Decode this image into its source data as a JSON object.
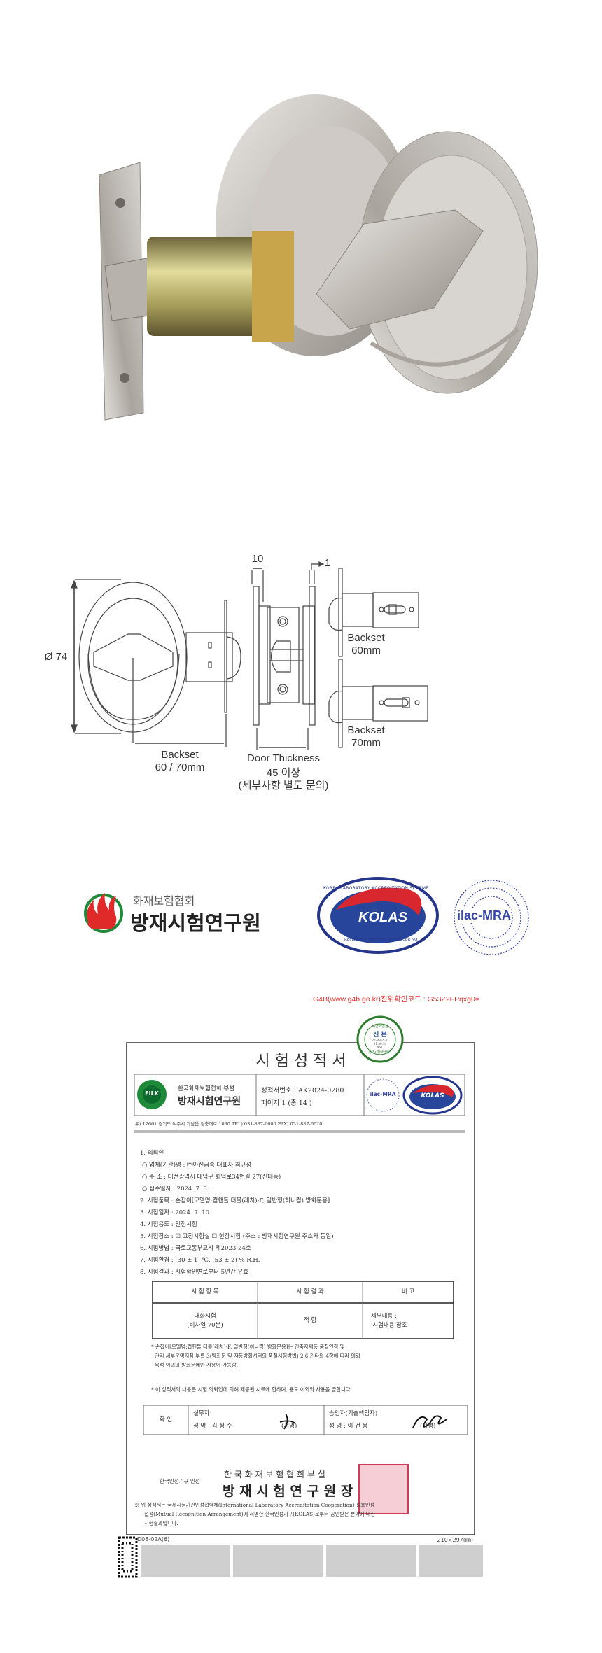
{
  "diagram": {
    "diameter": "Ø 74",
    "width_top": "10",
    "offset_top": "1",
    "backset_label": "Backset",
    "backset_value": "60 / 70mm",
    "door_thickness_label": "Door Thickness",
    "door_thickness_value": "45 이상",
    "door_thickness_note": "(세부사항 별도 문의)",
    "backset_60_label": "Backset",
    "backset_60_value": "60mm",
    "backset_70_label": "Backset",
    "backset_70_value": "70mm"
  },
  "logos": {
    "filk_small": "화재보험협회",
    "filk_big": "방재시험연구원",
    "kolas_top": "KOREA LABORATORY ACCREDITATION SCHEME",
    "kolas_mark": "KOLAS",
    "kolas_bottom": "REFERENCE MATERIAL PRODUCER NO.",
    "ilac": "ilac-MRA"
  },
  "verify_code": "G4B(www.g4b.go.kr)진위확인코드 : G53Z2FPqxg0=",
  "certificate": {
    "stamp": {
      "top": "시험확인원",
      "mid": "진 본",
      "date": "2024-07-30",
      "time": "21:30:34",
      "zone": "KST",
      "bottom": "정부시험확인센터"
    },
    "title": "시 험 성 적 서",
    "org_sub": "한국화재보험협회 부설",
    "org_name": "방재시험연구원",
    "filk_badge": "FILK",
    "report_no": "성적서번호 : AK2024-0280",
    "page": "페이지  1   (총 14 )",
    "address": "우) 12661 경기도 여주시 가남읍 경충대로 1030   TEL) 031-887-6600   FAX) 031-887-6620",
    "section1": "1. 의뢰인",
    "lines": [
      "○ 업체(기관)명 : ㈜아신금속     대표자 최규성",
      "○ 주       소 : 대전광역시 대덕구 회덕로34번길 27(신대동)",
      "○ 접수일자 : 2024. 7. 3.",
      "2. 시험품목  : 손잡이[모델명:컵핸들 더블(래치)-F, 일반형(허니컴) 방화문용]",
      "3. 시험일자  : 2024. 7. 10.",
      "4. 시험용도  : 인정시험",
      "5. 시험장소 : ☑ 고정시험실 ☐ 현장시험 (주소 : 방재시험연구원 주소와 동일)",
      "6. 시험방법  : 국토교통부고시 제2023-24호",
      "7. 시험환경 : (30 ± 1) ℃, (53 ± 2) % R.H.",
      "8. 시험결과  : 시험확인변로부터 5년간 유효"
    ],
    "table_headers": [
      "시 험 항 목",
      "시 험 결 과",
      "비    고"
    ],
    "table_row": {
      "item": "내화시험",
      "item_sub": "(비차열 70분)",
      "result": "적    합",
      "note": "세부내용 :",
      "note_sub": "'시험내용'참조"
    },
    "note1a": "* 손잡이[모델명:컵핸들 더블(래치)-F, 일반형(허니컴) 방화문용]는 건축자재등 품질인정 및",
    "note1b": "관리 세부운영지침 부록 3(방화문 및 자동방화셔터의 품질시험방법) 2.6 기타의 4항에 따라 의뢰",
    "note1c": "목적 이외의 방화문에만 사용이 가능함.",
    "note2": "* 이 성적서의 내용은 시험 의뢰인에 의해 제공된 시료에 한하며, 용도 이외의 사용을 금합니다.",
    "confirm": "확    인",
    "tester_role": "실무자",
    "tester_name": "성  명 : 김  정  수",
    "tester_sign": "(서명)",
    "approver_role": "승인자(기술책임자)",
    "approver_name": "성  명 :  이  건  용",
    "approver_sign": "(서명)",
    "accredited": "한국인정기구 인정",
    "issuer_sub": "한 국 화 재 보 험 협 회 부 설",
    "issuer": "방 재 시 험 연 구 원 장",
    "footnote1": "※ 위 성적서는 국제시험기관인정협력체(International Laboratory Accreditation Cooperation) 상호인정",
    "footnote2": "협정(Mutual Recognition Arrangement)에 서명한 한국인정기구(KOLAS)로부터 공인받은 분야에 대한",
    "footnote3": "시험결과입니다.",
    "form_code": "D08-02A(6)",
    "paper_size": "210×297(㎜)"
  }
}
